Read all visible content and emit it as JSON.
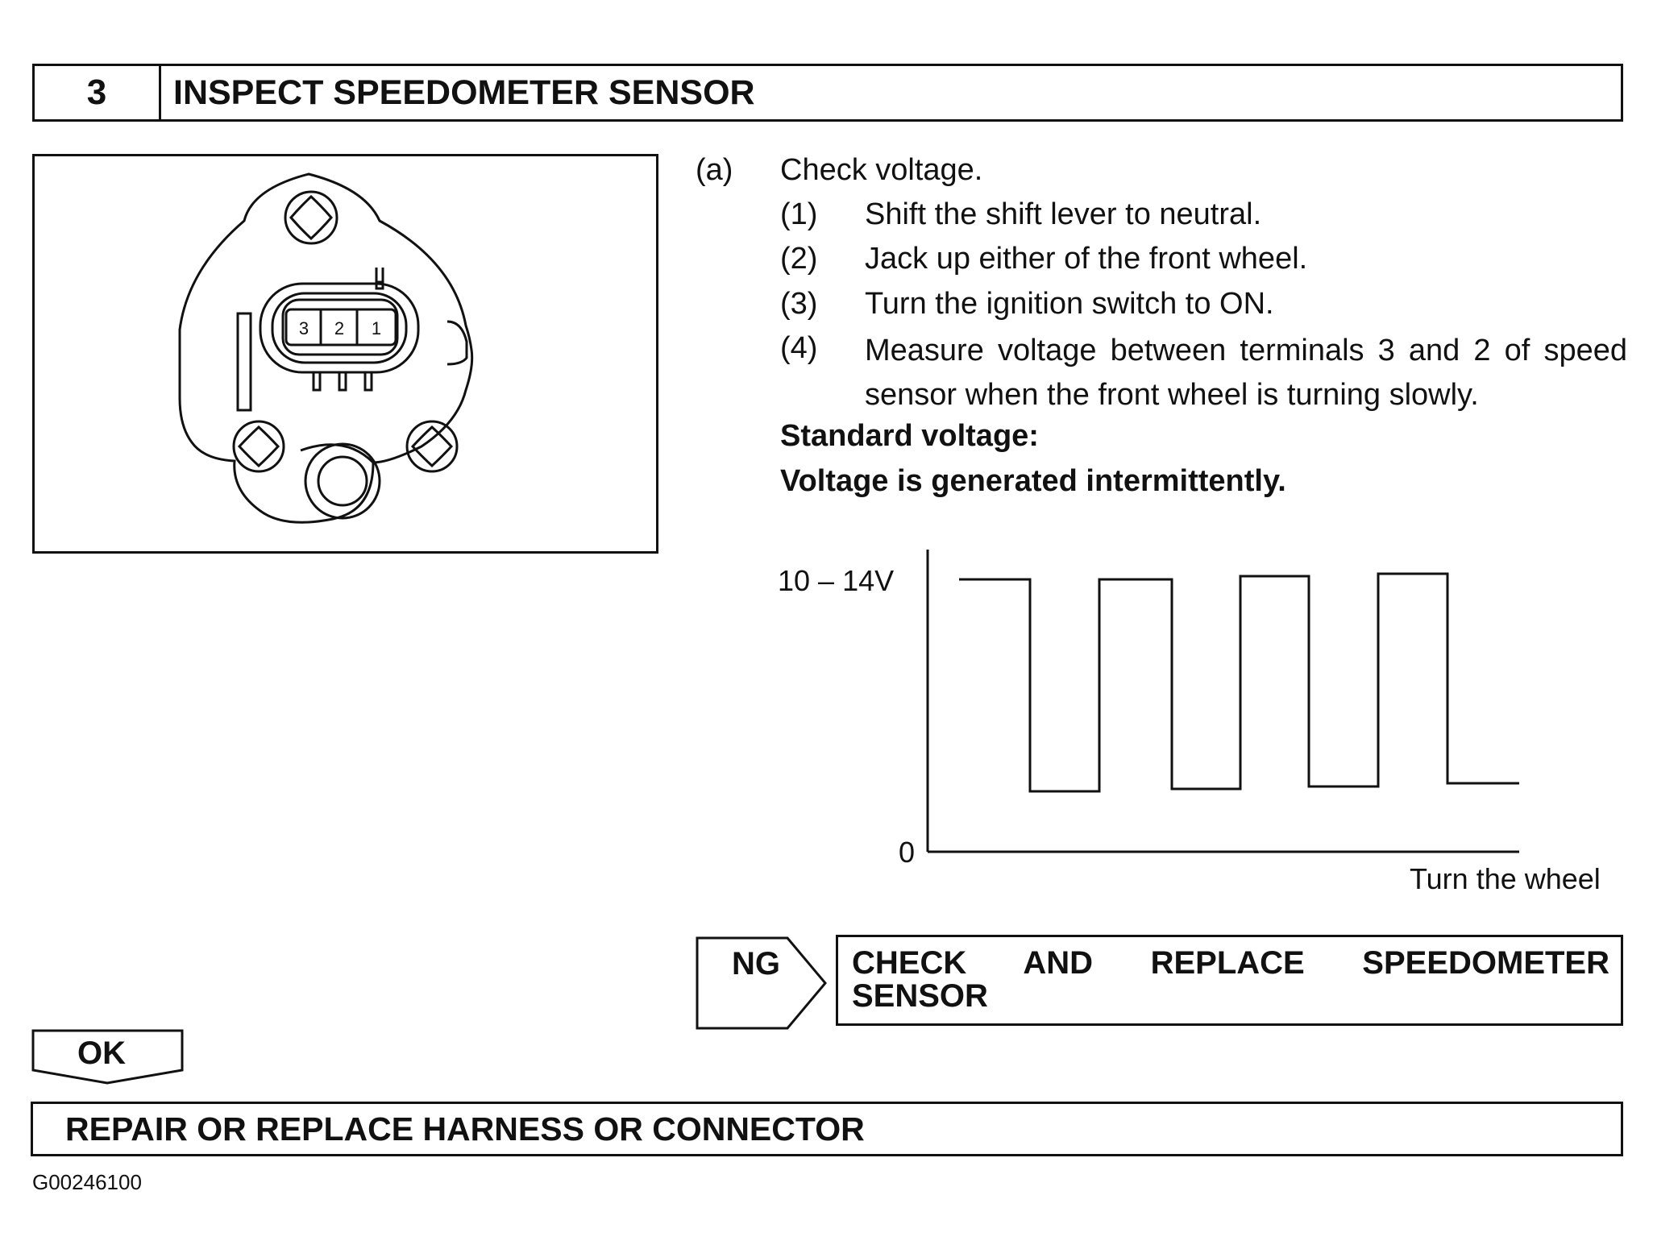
{
  "header": {
    "number": "3",
    "title": "INSPECT SPEEDOMETER SENSOR"
  },
  "illustration": {
    "connector_terminals": [
      "3",
      "2",
      "1"
    ]
  },
  "instructions": {
    "step_a_label": "(a)",
    "step_a_text": "Check voltage.",
    "substeps": [
      {
        "num": "(1)",
        "text": "Shift the shift lever to neutral."
      },
      {
        "num": "(2)",
        "text": "Jack up either of the front wheel."
      },
      {
        "num": "(3)",
        "text": "Turn the ignition switch to ON."
      },
      {
        "num": "(4)",
        "text": "Measure voltage between terminals 3 and 2 of speed sensor when the front wheel is turning slowly."
      }
    ],
    "standard_label": "Standard voltage:",
    "standard_value": "Voltage is generated intermittently."
  },
  "chart_data": {
    "type": "line",
    "y_tick_labels": [
      "10 – 14V",
      "0"
    ],
    "xlabel": "Turn the wheel",
    "ylabel": "",
    "waveform": "square",
    "pulses_high": 4,
    "pulses_low": 4
  },
  "ng_branch": {
    "label": "NG",
    "result": "CHECK AND REPLACE SPEEDOMETER SENSOR",
    "result_line1": "CHECK AND REPLACE SPEEDOMETER",
    "result_line2": "SENSOR"
  },
  "ok_branch": {
    "label": "OK",
    "result": "REPAIR OR REPLACE HARNESS OR CONNECTOR"
  },
  "figure_code": "G00246100"
}
